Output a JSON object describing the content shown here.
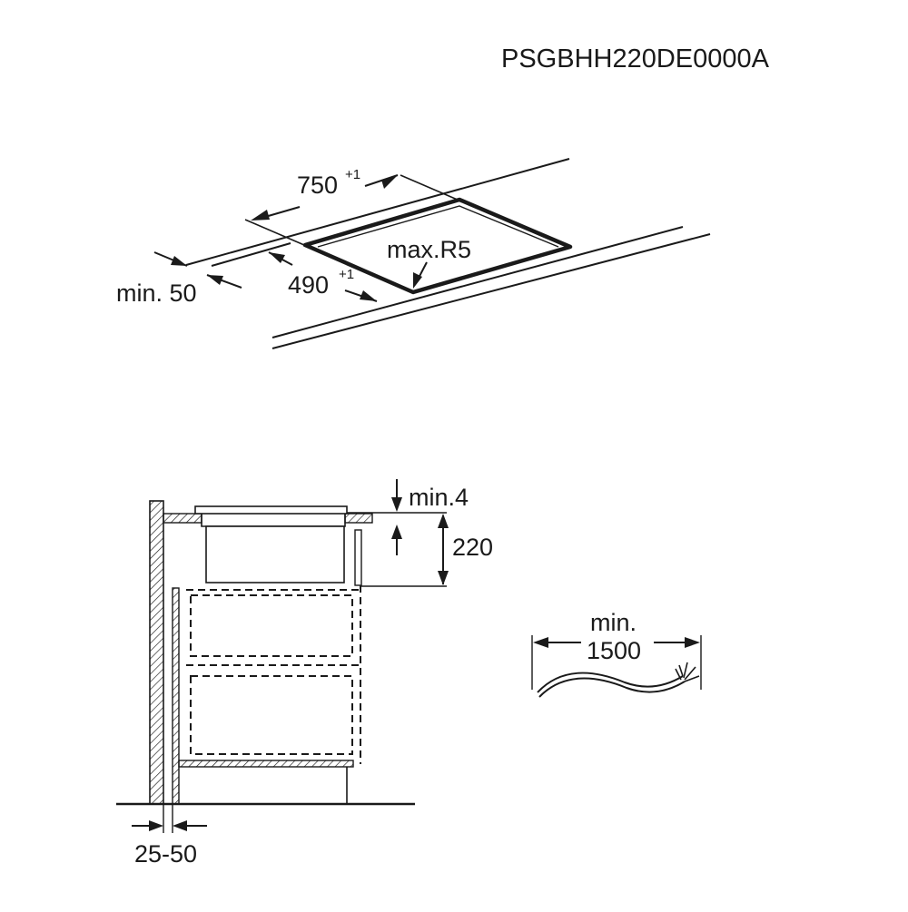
{
  "document_code": "PSGBHH220DE0000A",
  "cutout": {
    "width": "750",
    "width_tol": "+1",
    "depth": "490",
    "depth_tol": "+1",
    "front_edge": "min. 50",
    "corner_radius": "max.R5"
  },
  "section": {
    "clearance": "min.4",
    "height": "220",
    "wall_gap": "25-50"
  },
  "cable": {
    "line1": "min.",
    "line2": "1500"
  }
}
